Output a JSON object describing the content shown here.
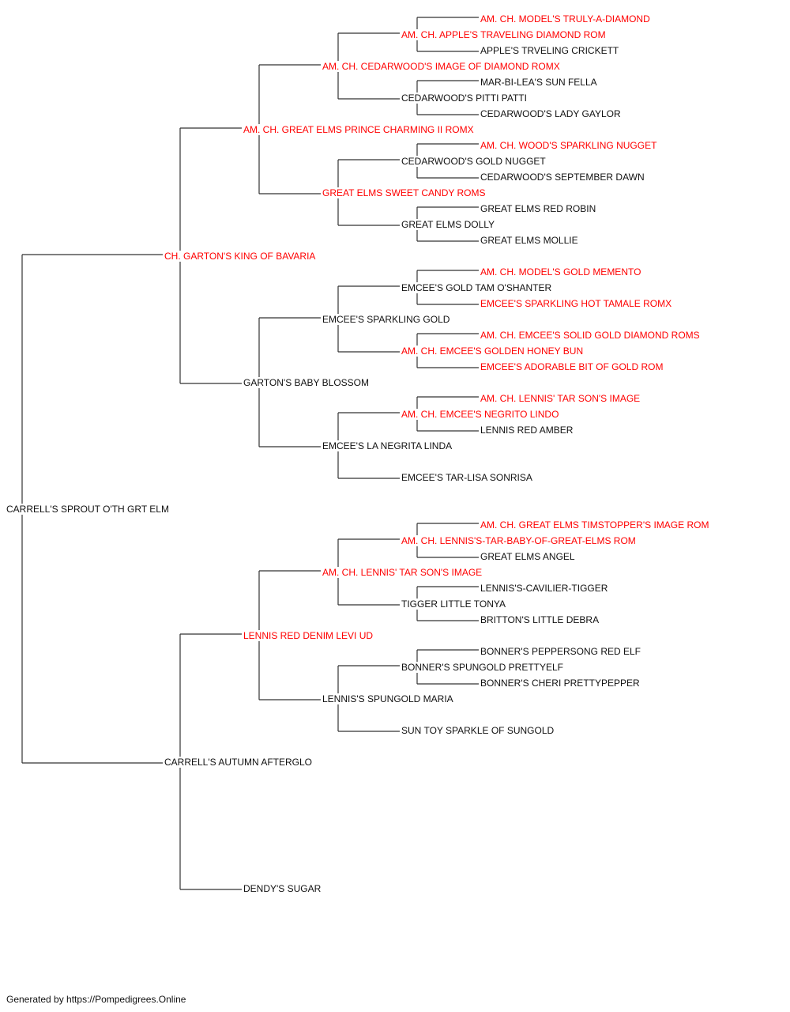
{
  "colors": {
    "champion": "#ff0000",
    "normal": "#111111",
    "line": "#333333"
  },
  "pedigree": {
    "subject": {
      "name": "CARRELL'S SPROUT O'TH GRT ELM",
      "champion": false
    },
    "sire": {
      "name": "CH. GARTON'S KING OF BAVARIA",
      "champion": true
    },
    "dam": {
      "name": "CARRELL'S AUTUMN AFTERGLO",
      "champion": false
    },
    "sire_sire": {
      "name": "AM. CH. GREAT ELMS PRINCE CHARMING II ROMX",
      "champion": true
    },
    "sire_dam": {
      "name": "GARTON'S BABY BLOSSOM",
      "champion": false
    },
    "dam_sire": {
      "name": "LENNIS RED DENIM LEVI UD",
      "champion": true
    },
    "dam_dam": {
      "name": "DENDY'S SUGAR",
      "champion": false
    },
    "ss_sire": {
      "name": "AM. CH. CEDARWOOD'S IMAGE OF DIAMOND ROMX",
      "champion": true
    },
    "ss_dam": {
      "name": "GREAT ELMS SWEET CANDY ROMS",
      "champion": true
    },
    "sd_sire": {
      "name": "EMCEE'S SPARKLING GOLD",
      "champion": false
    },
    "sd_dam": {
      "name": "EMCEE'S LA NEGRITA LINDA",
      "champion": false
    },
    "ds_sire": {
      "name": "AM. CH. LENNIS' TAR SON'S IMAGE",
      "champion": true
    },
    "ds_dam": {
      "name": "LENNIS'S SPUNGOLD MARIA",
      "champion": false
    },
    "g4": [
      {
        "name": "AM. CH. APPLE'S TRAVELING DIAMOND ROM",
        "champion": true
      },
      {
        "name": "CEDARWOOD'S PITTI PATTI",
        "champion": false
      },
      {
        "name": "CEDARWOOD'S GOLD NUGGET",
        "champion": false
      },
      {
        "name": "GREAT ELMS DOLLY",
        "champion": false
      },
      {
        "name": "EMCEE'S GOLD TAM O'SHANTER",
        "champion": false
      },
      {
        "name": "AM. CH. EMCEE'S GOLDEN HONEY BUN",
        "champion": true
      },
      {
        "name": "AM. CH. EMCEE'S NEGRITO LINDO",
        "champion": true
      },
      {
        "name": "EMCEE'S TAR-LISA SONRISA",
        "champion": false
      },
      {
        "name": "AM. CH. LENNIS'S-TAR-BABY-OF-GREAT-ELMS ROM",
        "champion": true
      },
      {
        "name": "TIGGER LITTLE TONYA",
        "champion": false
      },
      {
        "name": "BONNER'S SPUNGOLD PRETTYELF",
        "champion": false
      },
      {
        "name": "SUN TOY SPARKLE OF SUNGOLD",
        "champion": false
      }
    ],
    "g5": [
      {
        "name": "AM. CH. MODEL'S TRULY-A-DIAMOND",
        "champion": true
      },
      {
        "name": "APPLE'S TRVELING CRICKETT",
        "champion": false
      },
      {
        "name": "MAR-BI-LEA'S SUN FELLA",
        "champion": false
      },
      {
        "name": "CEDARWOOD'S LADY GAYLOR",
        "champion": false
      },
      {
        "name": "AM. CH. WOOD'S SPARKLING NUGGET",
        "champion": true
      },
      {
        "name": "CEDARWOOD'S SEPTEMBER DAWN",
        "champion": false
      },
      {
        "name": "GREAT ELMS RED ROBIN",
        "champion": false
      },
      {
        "name": "GREAT ELMS MOLLIE",
        "champion": false
      },
      {
        "name": "AM. CH. MODEL'S GOLD MEMENTO",
        "champion": true
      },
      {
        "name": "EMCEE'S SPARKLING HOT TAMALE ROMX",
        "champion": true
      },
      {
        "name": "AM. CH. EMCEE'S SOLID GOLD DIAMOND ROMS",
        "champion": true
      },
      {
        "name": "EMCEE'S ADORABLE BIT OF GOLD ROM",
        "champion": true
      },
      {
        "name": "AM. CH. LENNIS' TAR SON'S IMAGE",
        "champion": true
      },
      {
        "name": "LENNIS RED AMBER",
        "champion": false
      },
      {
        "name": "AM. CH. GREAT ELMS TIMSTOPPER'S IMAGE ROM",
        "champion": true
      },
      {
        "name": "GREAT ELMS ANGEL",
        "champion": false
      },
      {
        "name": "LENNIS'S-CAVILIER-TIGGER",
        "champion": false
      },
      {
        "name": "BRITTON'S LITTLE DEBRA",
        "champion": false
      },
      {
        "name": "BONNER'S PEPPERSONG RED ELF",
        "champion": false
      },
      {
        "name": "BONNER'S CHERI PRETTYPEPPER",
        "champion": false
      }
    ]
  },
  "footer": "Generated by https://Pompedigrees.Online"
}
